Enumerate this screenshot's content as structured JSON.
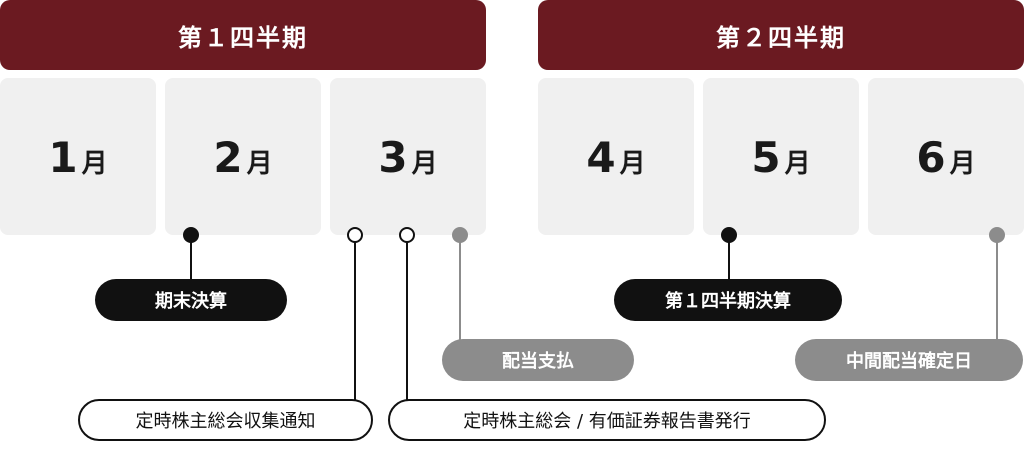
{
  "quarters": [
    {
      "label": "第１四半期"
    },
    {
      "label": "第２四半期"
    }
  ],
  "months": [
    {
      "num": "1",
      "unit": "月"
    },
    {
      "num": "2",
      "unit": "月"
    },
    {
      "num": "3",
      "unit": "月"
    },
    {
      "num": "4",
      "unit": "月"
    },
    {
      "num": "5",
      "unit": "月"
    },
    {
      "num": "6",
      "unit": "月"
    }
  ],
  "events": {
    "q1_settlement": "期末決算",
    "dividend_payment": "配当支払",
    "agm_notice": "定時株主総会収集通知",
    "agm_report": "定時株主総会 / 有価証券報告書発行",
    "q1_quarter_settlement": "第１四半期決算",
    "interim_dividend_record": "中間配当確定日"
  },
  "colors": {
    "header": "#6b1a21",
    "month_bg": "#f0f0f0",
    "dark": "#111111",
    "gray": "#8c8c8c"
  }
}
